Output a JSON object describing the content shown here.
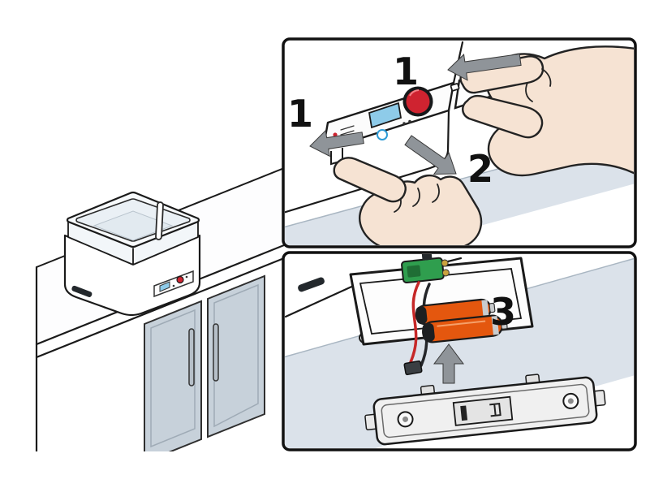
{
  "figure": {
    "steps": [
      {
        "label": "1"
      },
      {
        "label": "1"
      },
      {
        "label": "2"
      },
      {
        "label": "3"
      }
    ],
    "colors": {
      "outline": "#1a1a1a",
      "arrow_gray": "#8f9499",
      "skin": "#f6e3d3",
      "countertop_blue": "#dbe2ea",
      "cabinet_door": "#c7d1da",
      "display_blue": "#8ecbe9",
      "knob_red": "#cf2330",
      "battery_orange": "#e4570e",
      "connector_green": "#2f9e4e",
      "wire_red": "#c62828"
    }
  }
}
